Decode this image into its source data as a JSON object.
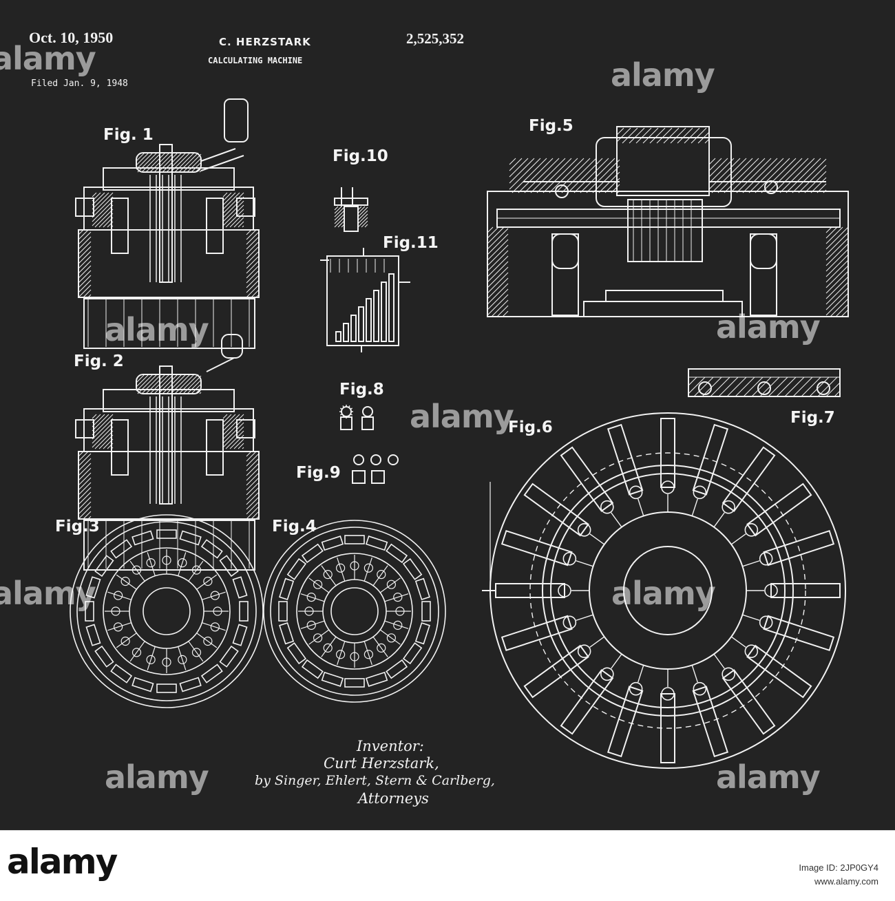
{
  "header": {
    "date": "Oct. 10, 1950",
    "inventor_name": "C. HERZSTARK",
    "title": "CALCULATING MACHINE",
    "patent_number": "2,525,352",
    "filed": "Filed Jan. 9, 1948"
  },
  "figures": {
    "fig1": "Fig. 1",
    "fig2": "Fig. 2",
    "fig3": "Fig.3",
    "fig4": "Fig.4",
    "fig5": "Fig.5",
    "fig6": "Fig.6",
    "fig7": "Fig.7",
    "fig8": "Fig.8",
    "fig9": "Fig.9",
    "fig10": "Fig.10",
    "fig11": "Fig.11"
  },
  "signature": {
    "line1": "Inventor:",
    "line2": "Curt Herzstark,",
    "line3": "by Singer, Ehlert, Stern & Carlberg,",
    "line4": "Attorneys"
  },
  "watermark": {
    "text": "alamy"
  },
  "footer": {
    "brand": "alamy",
    "image_id": "Image ID: 2JP0GY4",
    "site": "www.alamy.com"
  },
  "colors": {
    "background": "#232323",
    "lines": "#f2f2f2",
    "footer_bg": "#ffffff"
  }
}
